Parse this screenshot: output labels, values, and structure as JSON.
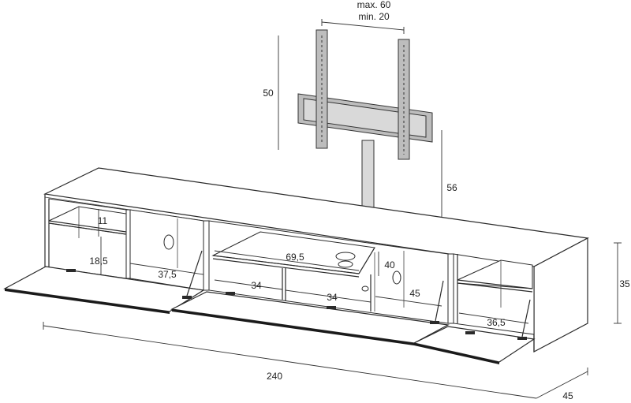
{
  "dimensions": {
    "tv_mount_spacing_max": "max. 60",
    "tv_mount_spacing_min": "min. 20",
    "bracket_height": "50",
    "column_height": "56",
    "cabinet_height": "35",
    "cabinet_width": "240",
    "cabinet_depth": "45",
    "left_shelf_height": "11",
    "left_lower_depth": "18,5",
    "left_door_compartment": "37,5",
    "center_shelf_width": "69,5",
    "center_left_compartment": "34",
    "center_right_compartment": "34",
    "center_upper_right": "40",
    "center_right_depth": "45",
    "right_compartment": "36,5"
  }
}
